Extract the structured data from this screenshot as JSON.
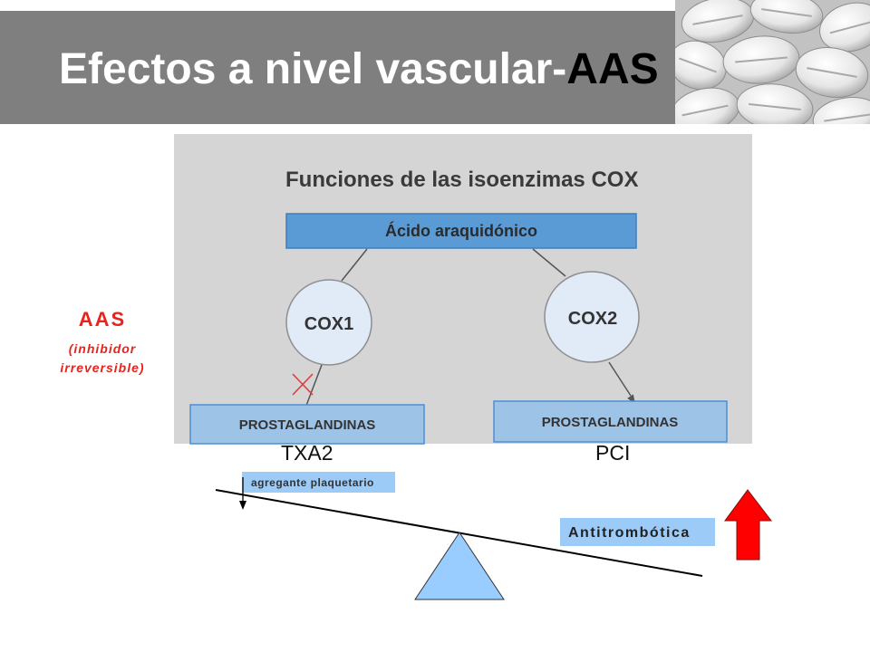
{
  "slide": {
    "title_main": "Efectos a nivel vascular-",
    "title_accent": "AAS"
  },
  "diagram": {
    "heading": "Funciones de las isoenzimas COX",
    "substrate": "Ácido araquidónico",
    "enzymes": [
      "COX1",
      "COX2"
    ],
    "products": [
      "PROSTAGLANDINAS",
      "PROSTAGLANDINAS"
    ]
  },
  "drug_label": {
    "name": "AAS",
    "note_line1": "(inhibidor",
    "note_line2": "irreversible)"
  },
  "balance": {
    "left_label": "TXA2",
    "right_label": "PCI",
    "left_effect": "agregante plaquetario",
    "right_effect": "Antitrombótica"
  },
  "icons": {
    "header_image": "pills-photo",
    "inhibition": "red-x-icon",
    "left_direction": "down-arrow-icon",
    "right_direction": "up-arrow-icon"
  },
  "colors": {
    "header_bg": "#7f7f7f",
    "title_text": "#ffffff",
    "title_accent": "#000000",
    "drug_label": "#e8231e",
    "diagram_bg": "#d5d5d5",
    "substrate_box": "#5b9bd5",
    "enzyme_circle": "#e1eaf7",
    "product_box": "#9dc3e6",
    "effect_box": "#9ccbf7",
    "fulcrum": "#99ccff",
    "up_arrow": "#ff0000",
    "inhibition_x": "#e23a3a"
  }
}
